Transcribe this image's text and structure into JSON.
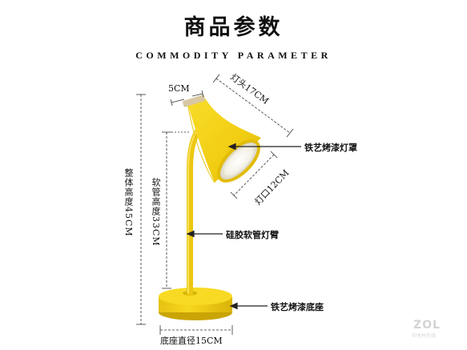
{
  "header": {
    "title": "商品参数",
    "subtitle": "COMMODITY PARAMETER"
  },
  "dimensions": {
    "top_width": "5CM",
    "shade_length": "灯头17CM",
    "opening": "灯口12CM",
    "total_height": "整体高度45CM",
    "hose_height": "软管高度33CM",
    "base_diameter": "底座直径15CM"
  },
  "callouts": {
    "shade": "铁艺烤漆灯罩",
    "arm": "硅胶软管灯臂",
    "base": "铁艺烤漆底座"
  },
  "watermark": {
    "brand": "ZOL",
    "sub": "中关村在线"
  },
  "colors": {
    "lamp_yellow": "#f4d21a",
    "lamp_shadow": "#d9b408",
    "dim_line": "#333333"
  }
}
